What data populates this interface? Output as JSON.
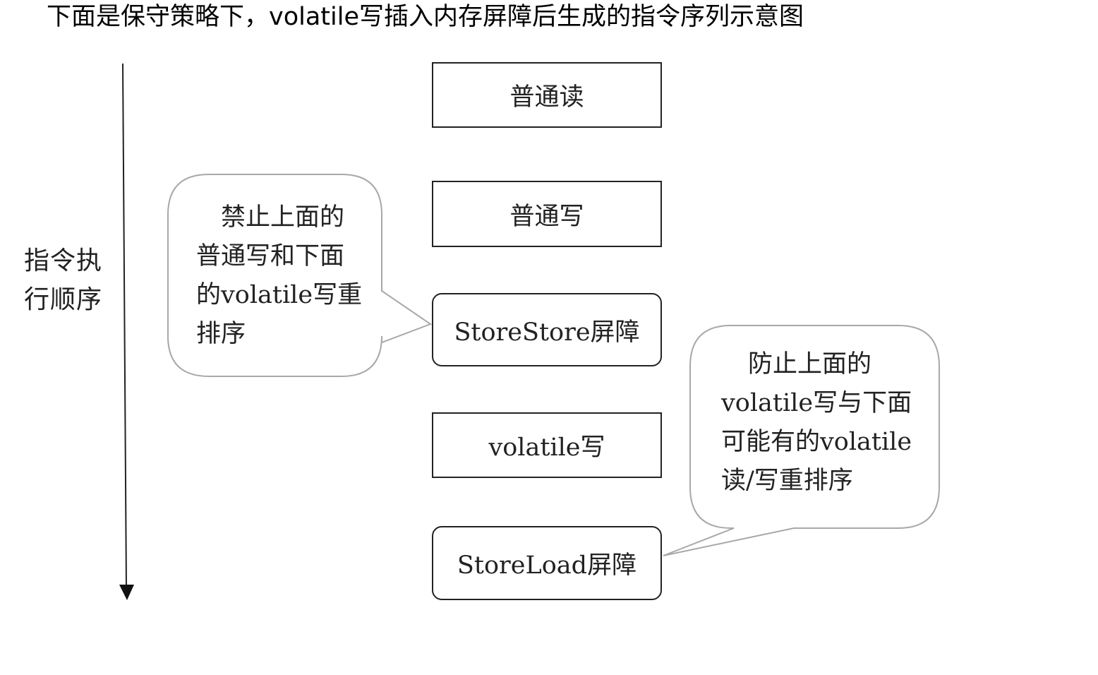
{
  "heading": "下面是保守策略下，volatile写插入内存屏障后生成的指令序列示意图",
  "axis": {
    "lines": [
      "指令执",
      "行顺序"
    ]
  },
  "boxes": [
    {
      "label": "普通读",
      "kind": "instruction"
    },
    {
      "label": "普通写",
      "kind": "instruction"
    },
    {
      "label": "StoreStore屏障",
      "kind": "barrier"
    },
    {
      "label": "volatile写",
      "kind": "instruction"
    },
    {
      "label": "StoreLoad屏障",
      "kind": "barrier"
    }
  ],
  "callouts": {
    "storestore": {
      "lines": [
        "　禁止上面的",
        "普通写和下面",
        "的volatile写重",
        "排序"
      ]
    },
    "storeload": {
      "lines": [
        "防止上面的",
        "volatile写与下面",
        "可能有的volatile",
        "读/写重排序"
      ]
    }
  },
  "colors": {
    "stroke": "#222222",
    "bubble_stroke": "#a8a8a8",
    "text": "#222222"
  }
}
